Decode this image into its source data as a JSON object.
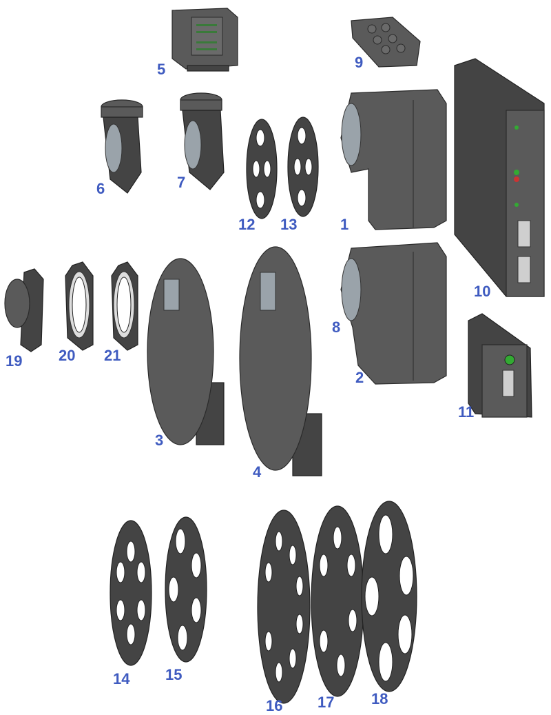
{
  "diagram": {
    "label_color": "#3f5bc0",
    "parts": [
      {
        "id": "1",
        "label": "1"
      },
      {
        "id": "2",
        "label": "2"
      },
      {
        "id": "3",
        "label": "3"
      },
      {
        "id": "4",
        "label": "4"
      },
      {
        "id": "5",
        "label": "5"
      },
      {
        "id": "6",
        "label": "6"
      },
      {
        "id": "7",
        "label": "7"
      },
      {
        "id": "8",
        "label": "8"
      },
      {
        "id": "9",
        "label": "9"
      },
      {
        "id": "10",
        "label": "10"
      },
      {
        "id": "11",
        "label": "11"
      },
      {
        "id": "12",
        "label": "12"
      },
      {
        "id": "13",
        "label": "13"
      },
      {
        "id": "14",
        "label": "14"
      },
      {
        "id": "15",
        "label": "15"
      },
      {
        "id": "16",
        "label": "16"
      },
      {
        "id": "17",
        "label": "17"
      },
      {
        "id": "18",
        "label": "18"
      },
      {
        "id": "19",
        "label": "19"
      },
      {
        "id": "20",
        "label": "20"
      },
      {
        "id": "21",
        "label": "21"
      }
    ]
  }
}
